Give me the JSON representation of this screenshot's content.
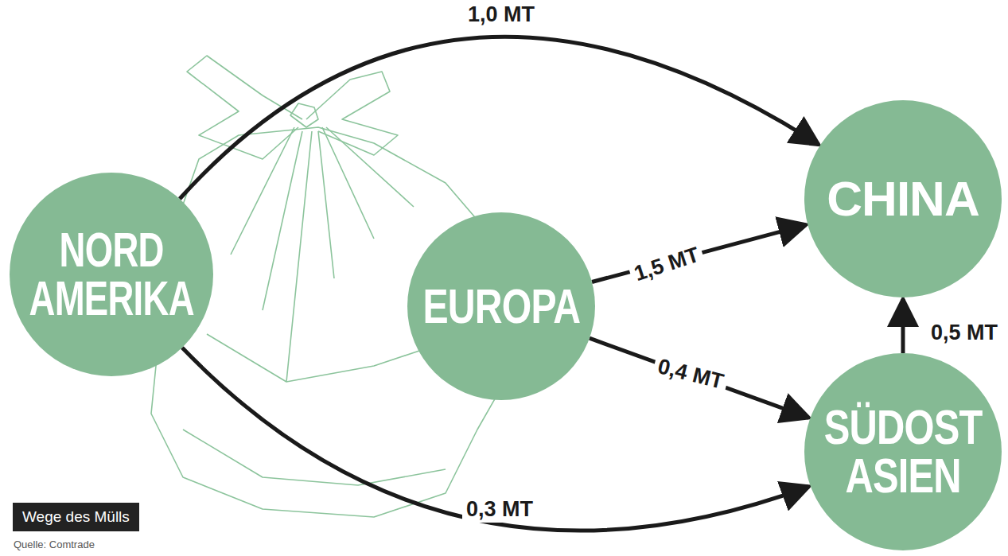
{
  "diagram": {
    "title": "Wege des Mülls",
    "caption": "Quelle: Comtrade",
    "nodes": [
      {
        "text": [
          "NORD AMERIKA"
        ]
      },
      {
        "text": [
          "EUROPA"
        ]
      },
      {
        "text": [
          "CHINA"
        ]
      },
      {
        "text": [
          "SÜDOST ASIEN"
        ]
      }
    ],
    "edges": [
      {
        "from": 0,
        "to": 2,
        "arrow": "to",
        "label": "1,0 MT"
      },
      {
        "from": 1,
        "to": 2,
        "arrow": "to",
        "label": "1,5 MT"
      },
      {
        "from": 1,
        "to": 3,
        "arrow": "to",
        "label": "0,4 MT"
      },
      {
        "from": 3,
        "to": 2,
        "arrow": "to",
        "label": "0,5 MT"
      },
      {
        "from": 0,
        "to": 3,
        "arrow": "to",
        "label": "0,3 MT"
      }
    ]
  }
}
